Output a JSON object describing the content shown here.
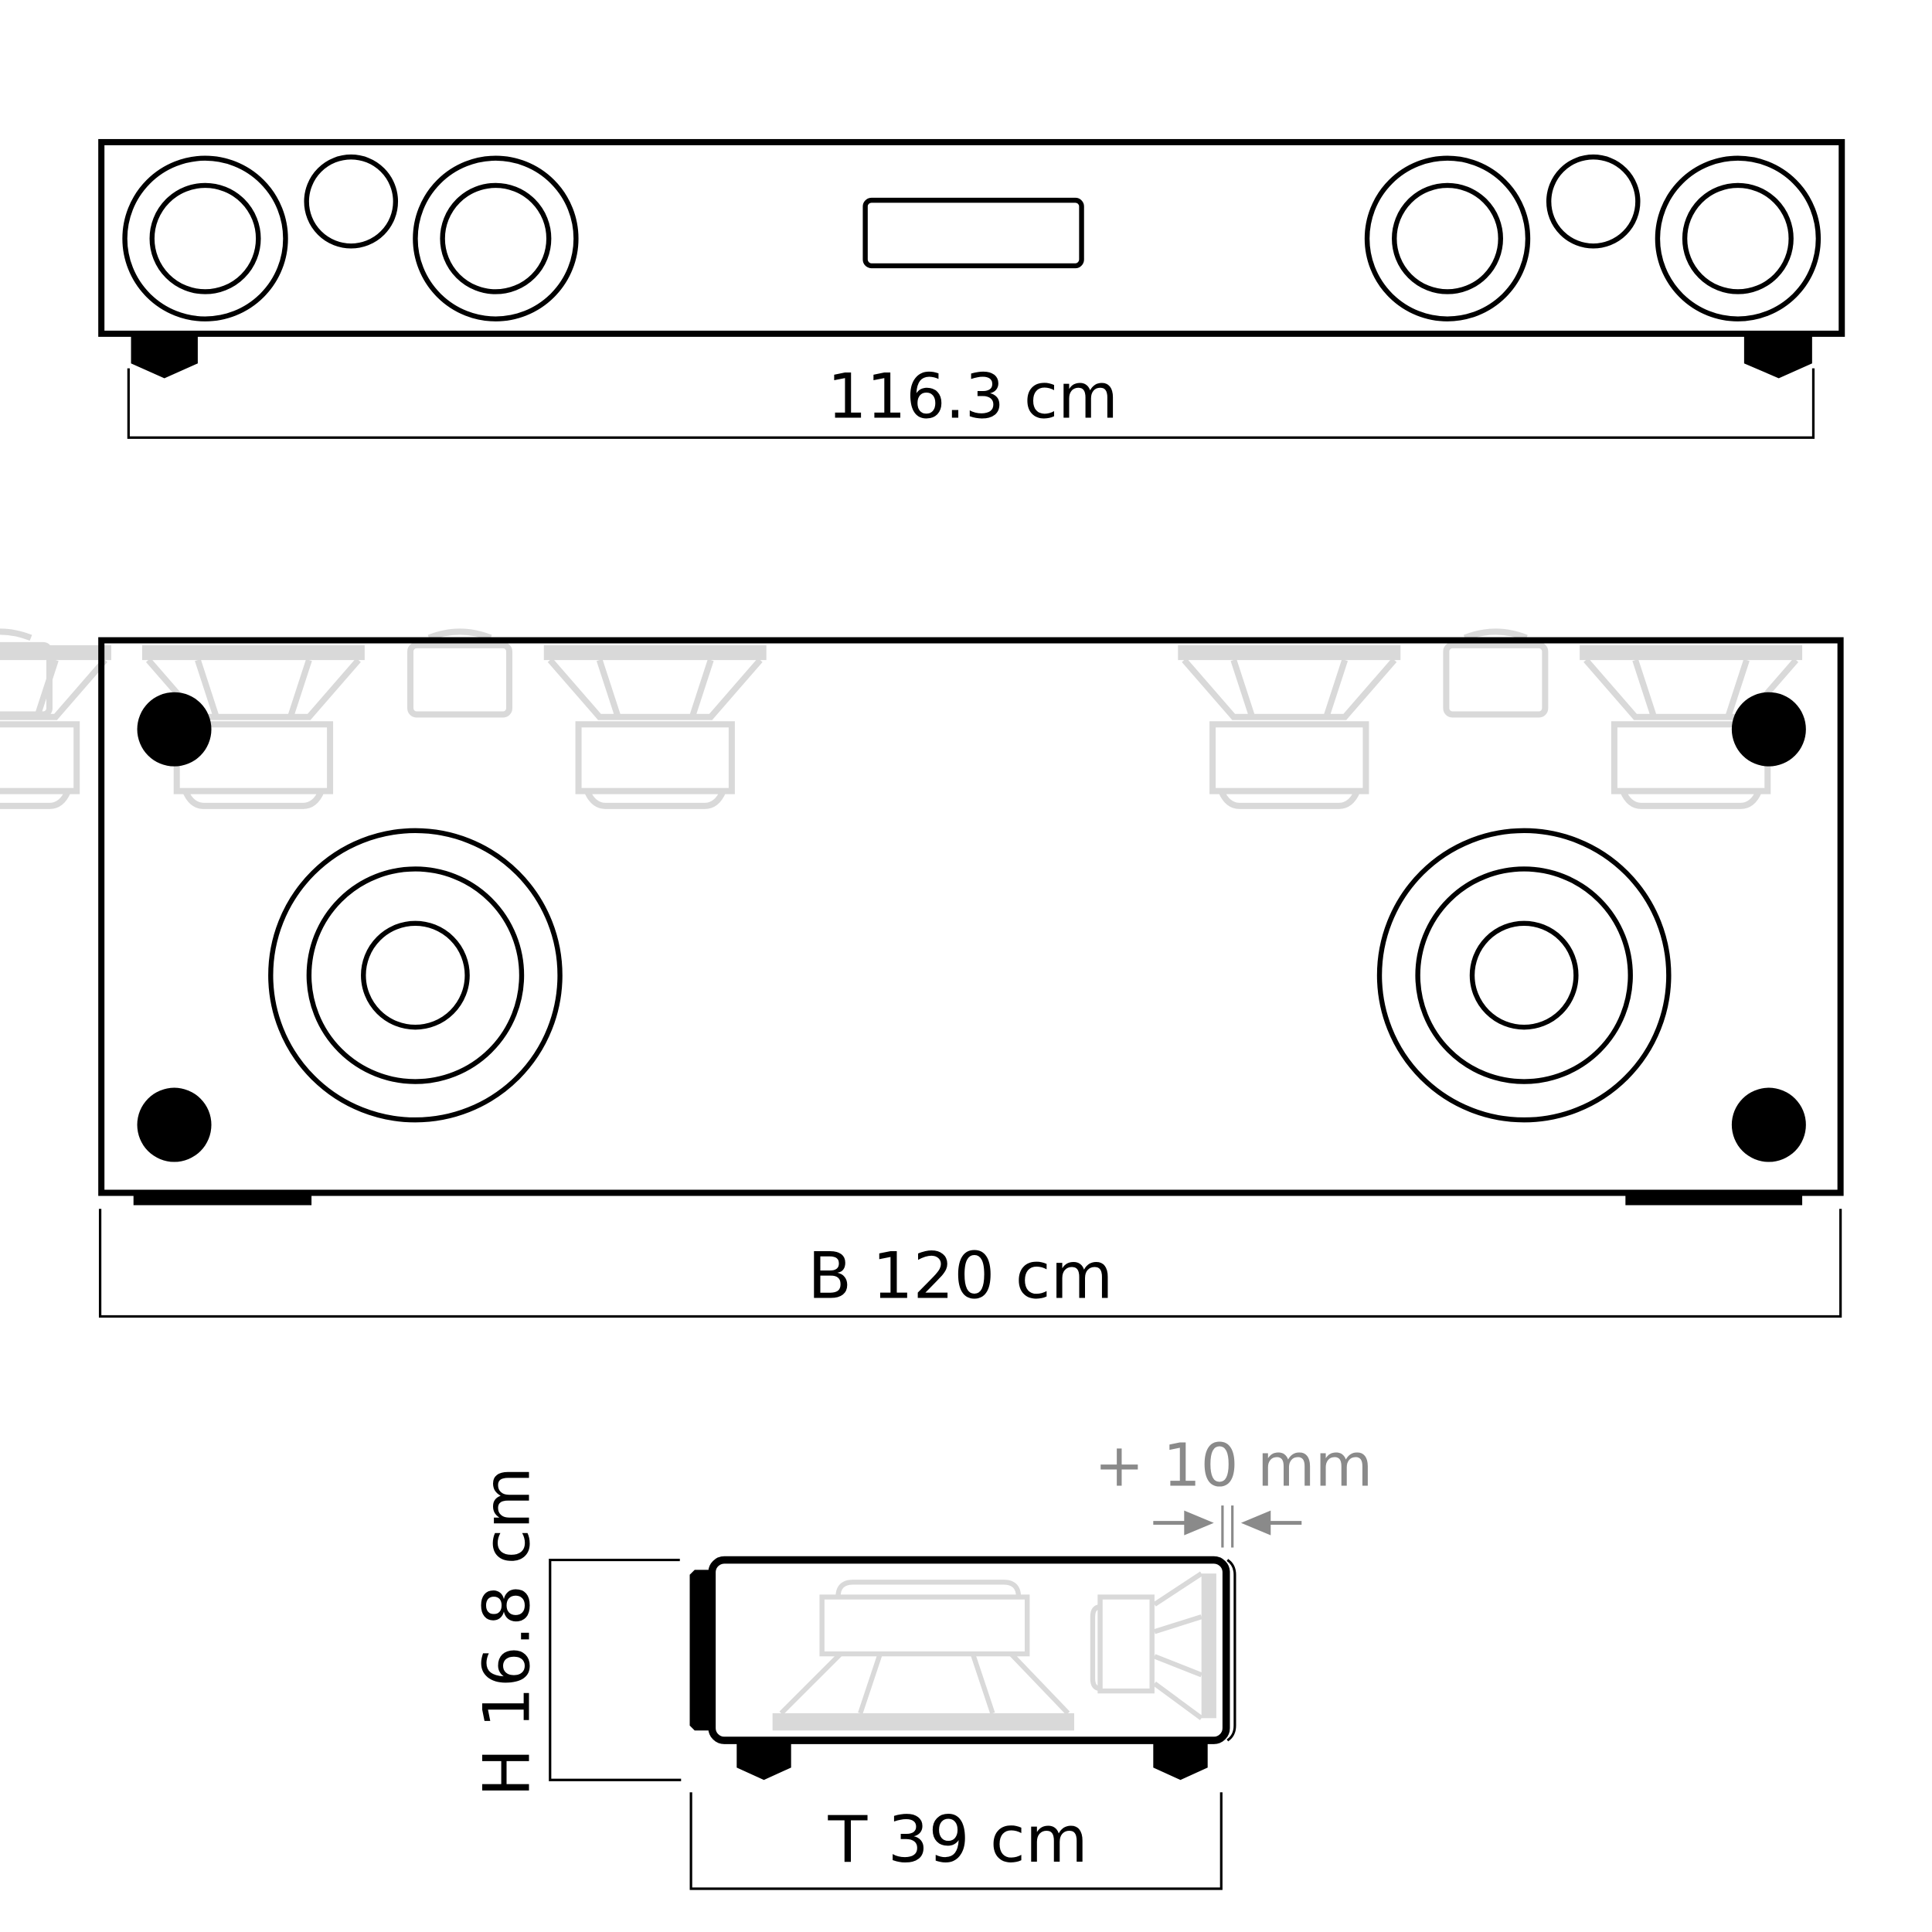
{
  "front_view": {
    "width_label": "116.3 cm"
  },
  "top_view": {
    "width_label": "B 120 cm"
  },
  "side_view": {
    "height_label": "H 16.8 cm",
    "depth_label": "T 39 cm",
    "extra_label": "+ 10 mm"
  },
  "colors": {
    "line": "#000000",
    "ghost": "#d9d9d9",
    "annotation": "#8a8a8a"
  }
}
